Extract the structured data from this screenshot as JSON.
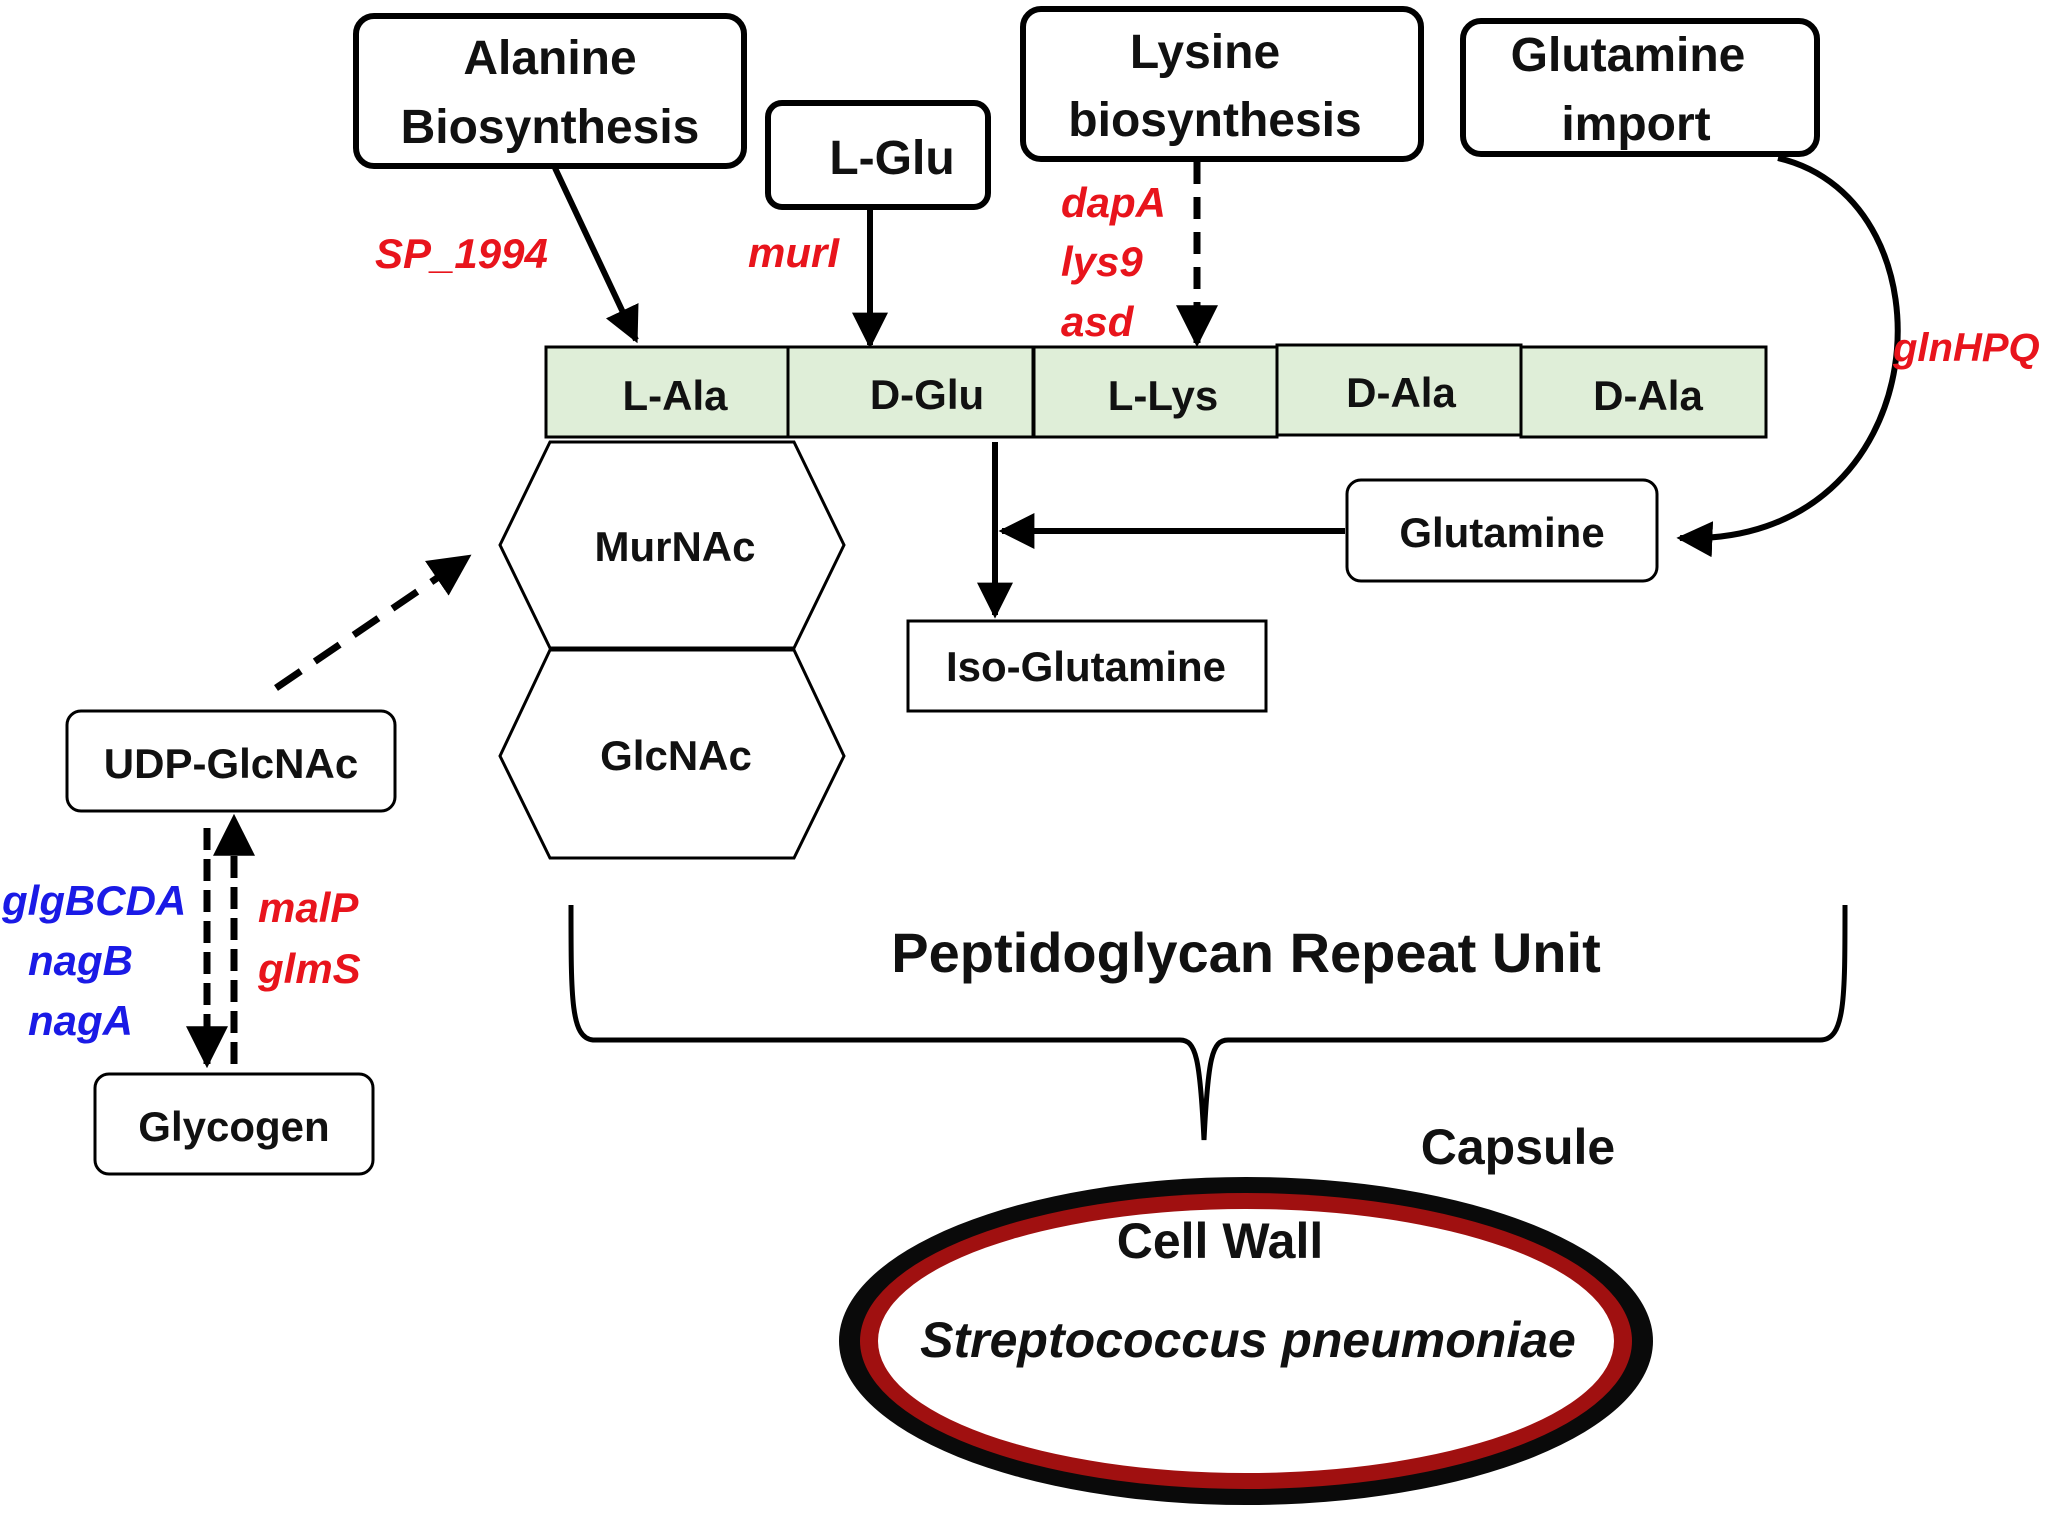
{
  "sources": {
    "alanine": [
      "Alanine",
      "Biosynthesis"
    ],
    "lglu": "L-Glu",
    "lysine": [
      "Lysine",
      "biosynthesis"
    ],
    "glutamine_import": [
      "Glutamine",
      "import"
    ]
  },
  "genes": {
    "sp1994": "SP_1994",
    "murI": "murI",
    "lysine": [
      "dapA",
      "lys9",
      "asd"
    ],
    "glnHPQ": "glnHPQ",
    "to_glycogen": [
      "glgBCDA",
      "nagB",
      "nagA"
    ],
    "to_udp": [
      "malP",
      "glmS"
    ]
  },
  "peptide": [
    "L-Ala",
    "D-Glu",
    "L-Lys",
    "D-Ala",
    "D-Ala"
  ],
  "sugars": [
    "MurNAc",
    "GlcNAc"
  ],
  "nodes": {
    "glutamine": "Glutamine",
    "isoglutamine": "Iso-Glutamine",
    "udp_glcnac": "UDP-GlcNAc",
    "glycogen": "Glycogen"
  },
  "labels": {
    "repeat_unit": "Peptidoglycan Repeat Unit",
    "capsule": "Capsule",
    "cell_wall": "Cell Wall",
    "organism": "Streptococcus pneumoniae"
  },
  "colors": {
    "gene_red": "#e8141c",
    "gene_blue": "#1a1ae6",
    "peptide_fill": "#dfeed8",
    "capsule": "#0a0a0a",
    "cell_wall": "#a01010"
  }
}
